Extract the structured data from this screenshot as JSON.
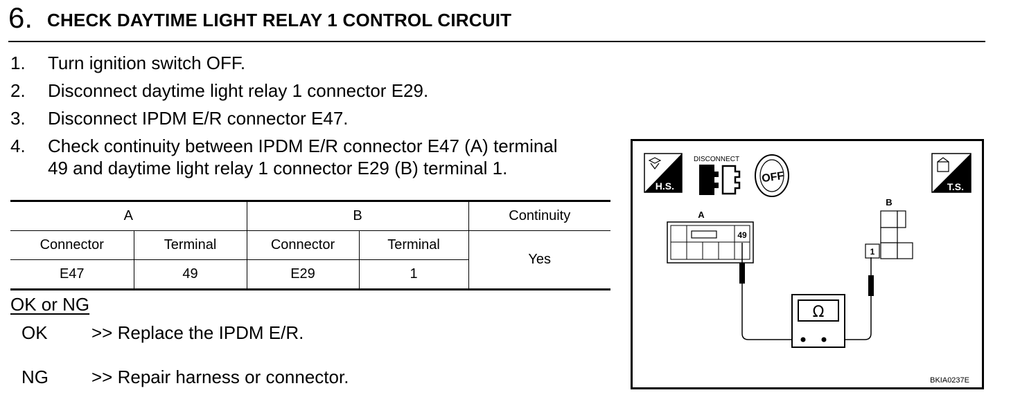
{
  "step": {
    "number": "6.",
    "title": "CHECK DAYTIME LIGHT RELAY 1 CONTROL CIRCUIT"
  },
  "instructions": [
    {
      "num": "1.",
      "text": "Turn ignition switch OFF."
    },
    {
      "num": "2.",
      "text": "Disconnect daytime light relay 1 connector E29."
    },
    {
      "num": "3.",
      "text": "Disconnect IPDM E/R connector E47."
    },
    {
      "num": "4.",
      "text": "Check continuity between IPDM E/R connector E47 (A) terminal",
      "text2": "49 and daytime light relay 1 connector E29 (B) terminal 1."
    }
  ],
  "table": {
    "group_a": "A",
    "group_b": "B",
    "continuity_header": "Continuity",
    "connector_header": "Connector",
    "terminal_header": "Terminal",
    "a_connector": "E47",
    "a_terminal": "49",
    "b_connector": "E29",
    "b_terminal": "1",
    "continuity": "Yes"
  },
  "result": {
    "heading": "OK or NG",
    "ok_label": "OK",
    "ok_text": ">> Replace the IPDM E/R.",
    "ng_label": "NG",
    "ng_text": ">> Repair harness or connector."
  },
  "diagram": {
    "hs_label": "H.S.",
    "disconnect_label": "DISCONNECT",
    "off_label": "OFF",
    "ts_label": "T.S.",
    "connector_a_label": "A",
    "connector_b_label": "B",
    "terminal_a": "49",
    "terminal_b": "1",
    "ohm_symbol": "Ω",
    "figure_code": "BKIA0237E"
  }
}
